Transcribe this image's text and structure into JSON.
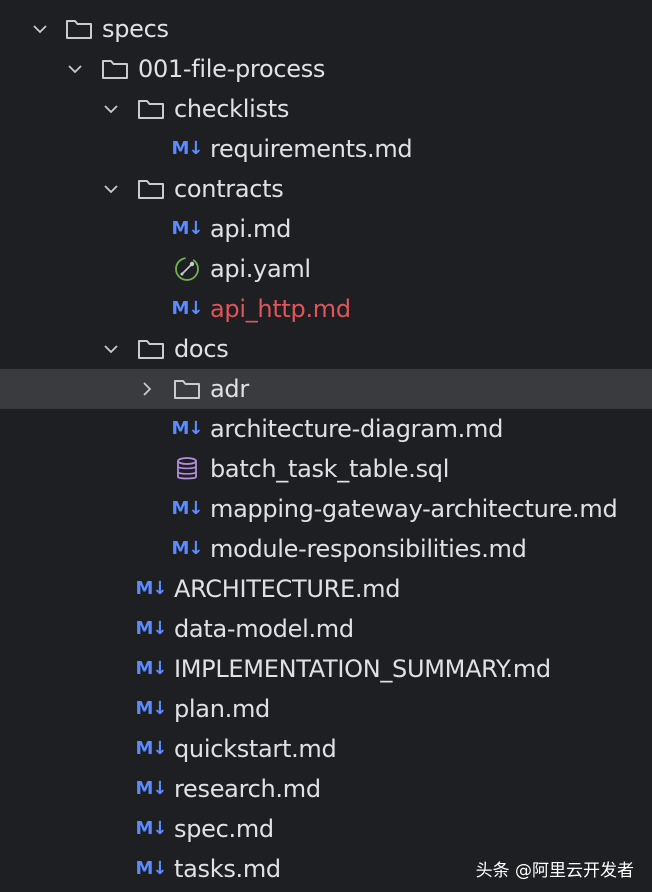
{
  "tree": {
    "specs": {
      "label": "specs",
      "expanded": true
    },
    "process": {
      "label": "001-file-process",
      "expanded": true
    },
    "checklists": {
      "label": "checklists",
      "expanded": true
    },
    "requirements": {
      "label": "requirements.md"
    },
    "contracts": {
      "label": "contracts",
      "expanded": true
    },
    "api_md": {
      "label": "api.md"
    },
    "api_yaml": {
      "label": "api.yaml"
    },
    "api_http": {
      "label": "api_http.md",
      "status_color": "#e0545a"
    },
    "docs": {
      "label": "docs",
      "expanded": true
    },
    "adr": {
      "label": "adr",
      "expanded": false,
      "selected": true
    },
    "arch_diagram": {
      "label": "architecture-diagram.md"
    },
    "batch_sql": {
      "label": "batch_task_table.sql"
    },
    "mapping_gateway": {
      "label": "mapping-gateway-architecture.md"
    },
    "module_resp": {
      "label": "module-responsibilities.md"
    },
    "architecture": {
      "label": "ARCHITECTURE.md"
    },
    "data_model": {
      "label": "data-model.md"
    },
    "impl_summary": {
      "label": "IMPLEMENTATION_SUMMARY.md"
    },
    "plan": {
      "label": "plan.md"
    },
    "quickstart": {
      "label": "quickstart.md"
    },
    "research": {
      "label": "research.md"
    },
    "spec": {
      "label": "spec.md"
    },
    "tasks": {
      "label": "tasks.md"
    }
  },
  "icons": {
    "markdown": "M↓",
    "folder": "folder-icon",
    "openapi": "openapi-icon",
    "database": "database-icon"
  },
  "colors": {
    "background": "#1e1f22",
    "selected_row": "#3a3b3e",
    "text": "#dfe1e5",
    "markdown_icon": "#5b8cff",
    "modified_file": "#e0545a",
    "openapi_icon": "#6fb34f",
    "database_icon": "#b48ede"
  },
  "watermark": "头条 @阿里云开发者"
}
